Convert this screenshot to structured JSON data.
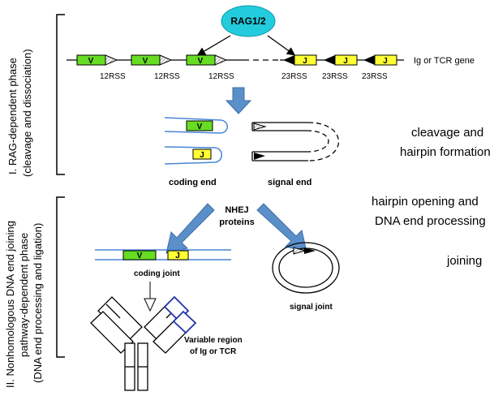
{
  "enzyme": "RAG1/2",
  "gene_label": "Ig or TCR gene",
  "segments": {
    "v": "V",
    "j": "J"
  },
  "rss_12": "12RSS",
  "rss_23": "23RSS",
  "coding_end": "coding end",
  "signal_end": "signal end",
  "nhej": {
    "line1": "NHEJ",
    "line2": "proteins"
  },
  "coding_joint": "coding joint",
  "signal_joint": "signal joint",
  "variable_region": {
    "line1": "Variable region",
    "line2": "of Ig or TCR"
  },
  "steps": {
    "cleavage": "cleavage and",
    "hairpin": "hairpin formation",
    "opening": "hairpin opening and",
    "processing": "DNA end processing",
    "joining": "joining"
  },
  "phase1": {
    "line1": "I. RAG-dependent phase",
    "line2": "(cleavage and dissociation)"
  },
  "phase2": {
    "line1": "II. Nonhomologous DNA end joining",
    "line2": "pathway-dependent phase",
    "line3": "(DNA end processing and ligation)"
  },
  "colors": {
    "v_segment": "#66dd22",
    "j_segment": "#ffff33",
    "rag": "#22ccdd",
    "arrow": "#5b8fc9",
    "strand": "#4a86d6",
    "antibody_variable": "#2233aa"
  }
}
